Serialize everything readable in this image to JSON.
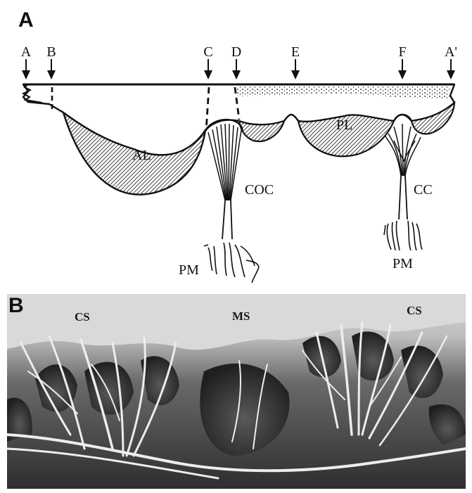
{
  "panel_a": {
    "letter": "A",
    "markers": [
      "A",
      "B",
      "C",
      "D",
      "E",
      "F",
      "A'"
    ],
    "labels": {
      "anterior_leaflet": "AL",
      "posterior_leaflet": "PL",
      "commissural_chords": "COC",
      "cleft_chords": "CC",
      "papillary_left": "PM",
      "papillary_right": "PM"
    }
  },
  "panel_b": {
    "letter": "B",
    "labels": {
      "left": "CS",
      "middle": "MS",
      "right": "CS"
    }
  },
  "colors": {
    "ink": "#111111",
    "photo_dark": "#2e2e2e",
    "photo_light": "#d8d8d8"
  }
}
